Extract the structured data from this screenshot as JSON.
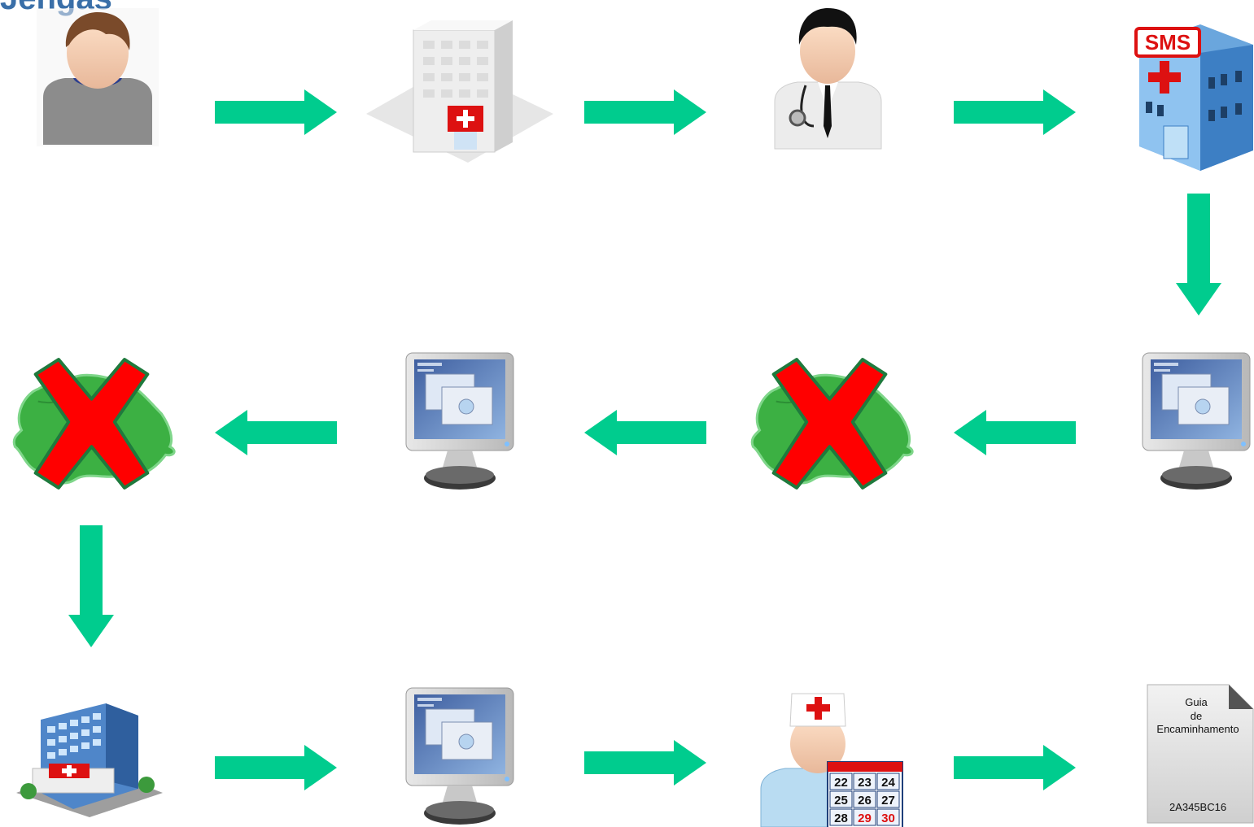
{
  "header": {
    "title": "Jengas"
  },
  "nodes": [
    {
      "name": "patient-icon",
      "icon": "person"
    },
    {
      "name": "health-unit-icon",
      "icon": "hospital-white-building"
    },
    {
      "name": "doctor-icon",
      "icon": "doctor"
    },
    {
      "name": "sms-building-icon",
      "icon": "sms-hospital-building"
    },
    {
      "name": "computer-monitor-icon",
      "icon": "monitor"
    },
    {
      "name": "state-map-rejected-icon",
      "icon": "map-with-red-x"
    },
    {
      "name": "computer-monitor-icon",
      "icon": "monitor"
    },
    {
      "name": "state-map-rejected-icon",
      "icon": "map-with-red-x"
    },
    {
      "name": "hospital-building-icon",
      "icon": "hospital-blue-building"
    },
    {
      "name": "computer-monitor-icon",
      "icon": "monitor"
    },
    {
      "name": "nurse-scheduler-icon",
      "icon": "nurse-with-calendar"
    },
    {
      "name": "referral-document-icon",
      "icon": "document"
    }
  ],
  "sms_sign": "SMS",
  "calendar": {
    "rows": [
      [
        "22",
        "23",
        "24"
      ],
      [
        "25",
        "26",
        "27"
      ],
      [
        "28",
        "29",
        "30"
      ]
    ]
  },
  "document": {
    "line1": "Guia",
    "line2": "de",
    "line3": "Encaminhamento",
    "code": "2A345BC16"
  },
  "colors": {
    "arrow": "#00cc8e",
    "cross": "#ff0000",
    "cross_outline": "#1f7a3d",
    "map": "#3cb043",
    "title": "#3a6fa8"
  }
}
